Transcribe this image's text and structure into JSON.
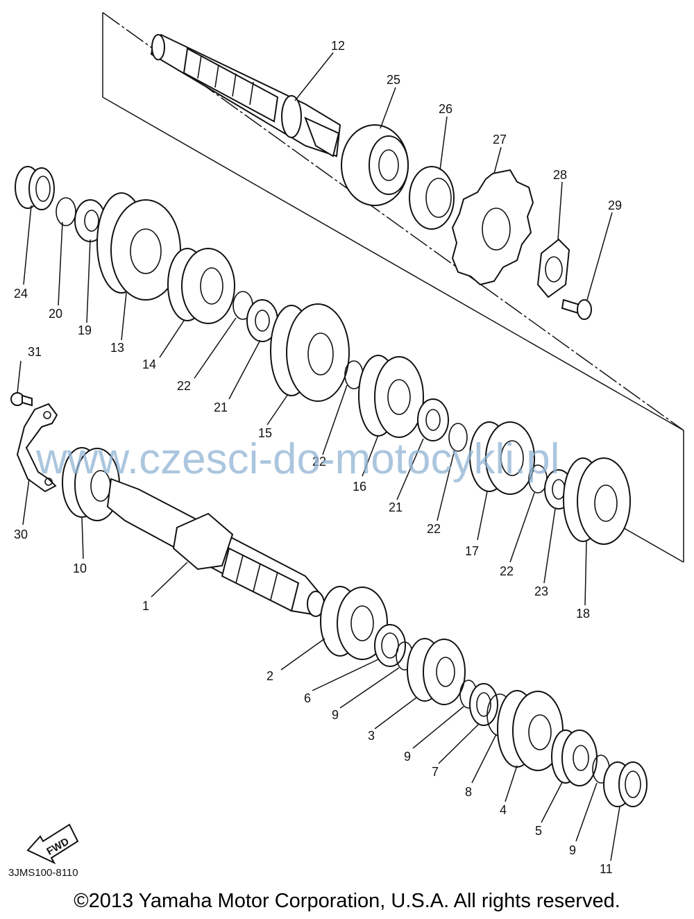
{
  "callouts": [
    "1",
    "2",
    "3",
    "4",
    "5",
    "6",
    "7",
    "8",
    "9",
    "10",
    "11",
    "12",
    "13",
    "14",
    "15",
    "16",
    "17",
    "18",
    "19",
    "20",
    "21",
    "22",
    "23",
    "24",
    "25",
    "26",
    "27",
    "28",
    "29",
    "30",
    "31"
  ],
  "watermark": "www.czesci-do-motocykli.pl",
  "drawing_code": "3JMS100-8110",
  "fwd_label": "FWD",
  "copyright": "©2013 Yamaha Motor Corporation, U.S.A. All rights reserved."
}
